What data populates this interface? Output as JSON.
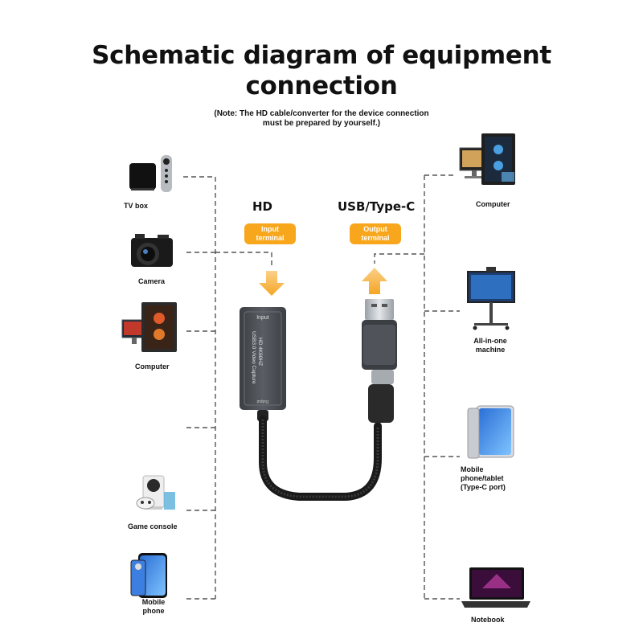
{
  "title_line1": "Schematic diagram of equipment",
  "title_line2": "connection",
  "note_line1": "(Note: The HD cable/converter for the device connection",
  "note_line2": "must be prepared by yourself.)",
  "input_port": {
    "title": "HD",
    "badge_line1": "Input",
    "badge_line2": "terminal"
  },
  "output_port": {
    "title": "USB/Type-C",
    "badge_line1": "Output",
    "badge_line2": "terminal"
  },
  "left_devices": {
    "tv_box": "TV box",
    "camera": "Camera",
    "computer": "Computer",
    "game_console": "Game console",
    "mobile_line1": "Mobile",
    "mobile_line2": "phone"
  },
  "right_devices": {
    "computer": "Computer",
    "allinone_line1": "All-in-one",
    "allinone_line2": "machine",
    "tablet_line1": "Mobile",
    "tablet_line2": "phone/tablet",
    "tablet_line3": "(Type-C port)",
    "notebook": "Notebook"
  },
  "device": {
    "input_label": "Input",
    "output_label": "Output",
    "model_line1": "HD 4K60HZ",
    "model_line2": "USB3.0 Video Capture"
  },
  "colors": {
    "badge": "#f8a61b",
    "arrow": "#f5b540",
    "dash": "#555555",
    "device_body": "#4a4d52"
  }
}
